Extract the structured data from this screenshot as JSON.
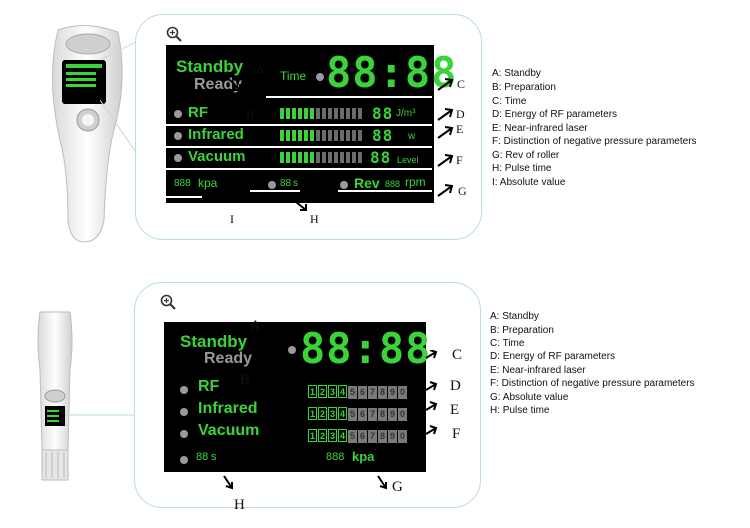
{
  "top": {
    "zoom_icon": "magnifier-plus-icon",
    "status": {
      "standby": "Standby",
      "ready": "Ready"
    },
    "time_label": "Time",
    "time_digits": "88:88",
    "rows": [
      {
        "name": "RF",
        "unit": "J/m³",
        "digits": "88"
      },
      {
        "name": "Infrared",
        "unit": "w",
        "digits": "88"
      },
      {
        "name": "Vacuum",
        "unit": "Level",
        "digits": "88"
      }
    ],
    "bottom_row": {
      "kpa_digits": "888",
      "kpa": "kpa",
      "sec_digits": "88",
      "sec": "s",
      "rev": "Rev",
      "rev_digits": "888",
      "rpm": "rpm"
    },
    "callouts": [
      "A",
      "B",
      "C",
      "D",
      "E",
      "F",
      "G",
      "H",
      "I"
    ],
    "legend": [
      "A: Standby",
      "B: Preparation",
      "C: Time",
      "D: Energy of RF parameters",
      "E: Near-infrared laser",
      "F: Distinction of negative pressure parameters",
      "G: Rev of roller",
      "H: Pulse time",
      "I: Absolute value"
    ]
  },
  "bottom": {
    "zoom_icon": "magnifier-plus-icon",
    "status": {
      "standby": "Standby",
      "ready": "Ready"
    },
    "time_digits": "88:88",
    "rows": [
      {
        "name": "RF"
      },
      {
        "name": "Infrared"
      },
      {
        "name": "Vacuum"
      }
    ],
    "scale": [
      "1",
      "2",
      "3",
      "4",
      "5",
      "6",
      "7",
      "8",
      "9",
      "0"
    ],
    "bottom_row": {
      "sec_digits": "88",
      "sec": "s",
      "kpa_digits": "888",
      "kpa": "kpa"
    },
    "callouts": [
      "A",
      "B",
      "C",
      "D",
      "E",
      "F",
      "G",
      "H"
    ],
    "legend": [
      "A: Standby",
      "B: Preparation",
      "C: Time",
      "D: Energy of RF parameters",
      "E: Near-infrared laser",
      "F: Distinction of negative pressure parameters",
      "G: Absolute value",
      "H: Pulse time"
    ]
  },
  "colors": {
    "lcd_green": "#3ad43a",
    "lcd_grey": "#9a9a9a",
    "bubble_border": "#b9dbe6"
  }
}
